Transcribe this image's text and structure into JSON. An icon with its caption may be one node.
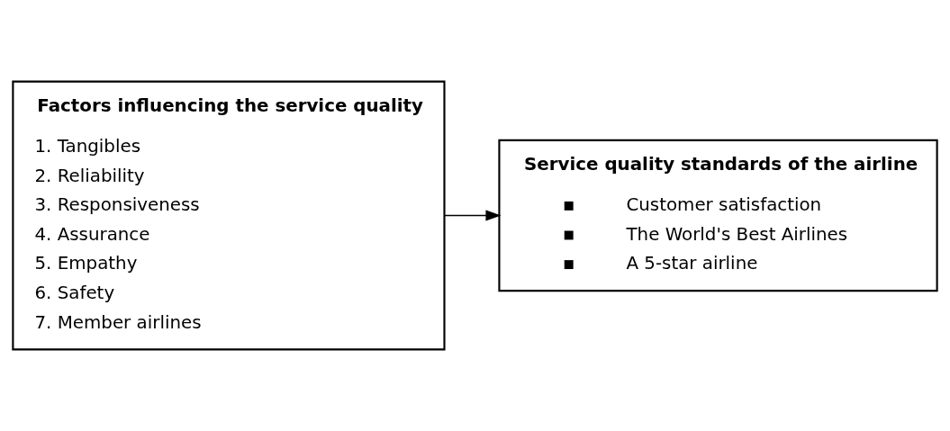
{
  "diagram": {
    "nodes": [
      {
        "text": [
          "Factors influencing the service quality",
          "1. Tangibles",
          "2. Reliability",
          "3. Responsiveness",
          "4. Assurance",
          "5. Empathy",
          "6. Safety",
          "7. Member airlines"
        ]
      },
      {
        "text": [
          "Service quality standards of the airline",
          "Customer satisfaction",
          "The World's Best Airlines",
          "A 5-star airline"
        ]
      }
    ],
    "edges": [
      {
        "from": 0,
        "to": 1,
        "arrow": "to"
      }
    ]
  }
}
